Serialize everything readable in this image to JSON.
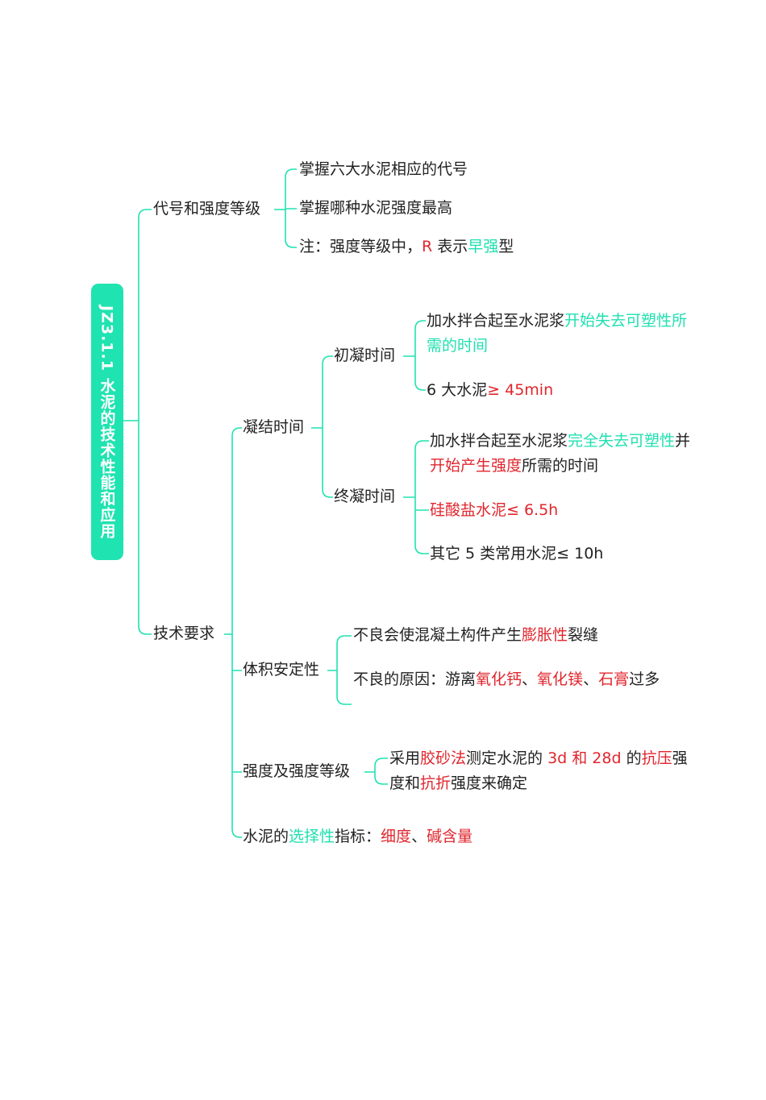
{
  "colors": {
    "accent": "#1fe3b0",
    "highlight_red": "#e0262d",
    "highlight_teal": "#1fe0b0",
    "text": "#222222"
  },
  "root": {
    "label": "JZ3.1.1 水泥的技术性能和应用"
  },
  "branch1": {
    "label": "代号和强度等级",
    "leaf1": "掌握六大水泥相应的代号",
    "leaf2": "掌握哪种水泥强度最高",
    "leaf3": {
      "a": "注：强度等级中，",
      "b": "R",
      "c": " 表示",
      "d": "早强",
      "e": "型"
    }
  },
  "branch2": {
    "label": "技术要求",
    "setting": {
      "label": "凝结时间",
      "initial": {
        "label": "初凝时间",
        "leaf1": {
          "a": "加水拌合起至水泥浆",
          "b": "开始失去可塑性所需的时间"
        },
        "leaf2": {
          "a": "6 大水泥",
          "b": "≥ 45min"
        }
      },
      "final": {
        "label": "终凝时间",
        "leaf1": {
          "a": "加水拌合起至水泥浆",
          "b": "完全失去可塑性",
          "c": "并",
          "d": "开始产生强度",
          "e": "所需的时间"
        },
        "leaf2": "硅酸盐水泥≤ 6.5h",
        "leaf3": "其它 5 类常用水泥≤ 10h"
      }
    },
    "soundness": {
      "label": "体积安定性",
      "leaf1": {
        "a": "不良会使混凝土构件产生",
        "b": "膨胀性",
        "c": "裂缝"
      },
      "leaf2": {
        "a": "不良的原因：游离",
        "b": "氧化钙",
        "c": "、",
        "d": "氧化镁",
        "e": "、",
        "f": "石膏",
        "g": "过多"
      }
    },
    "strength": {
      "label": "强度及强度等级",
      "leaf1": {
        "a": "采用",
        "b": "胶砂法",
        "c": "测定水泥的 ",
        "d": "3d 和 28d",
        "e": " 的",
        "f": "抗压",
        "g": "强度和",
        "h": "抗折",
        "i": "强度来确定"
      }
    },
    "selectivity": {
      "a": "水泥的",
      "b": "选择性",
      "c": "指标：",
      "d": "细度",
      "e": "、",
      "f": "碱含量"
    }
  }
}
